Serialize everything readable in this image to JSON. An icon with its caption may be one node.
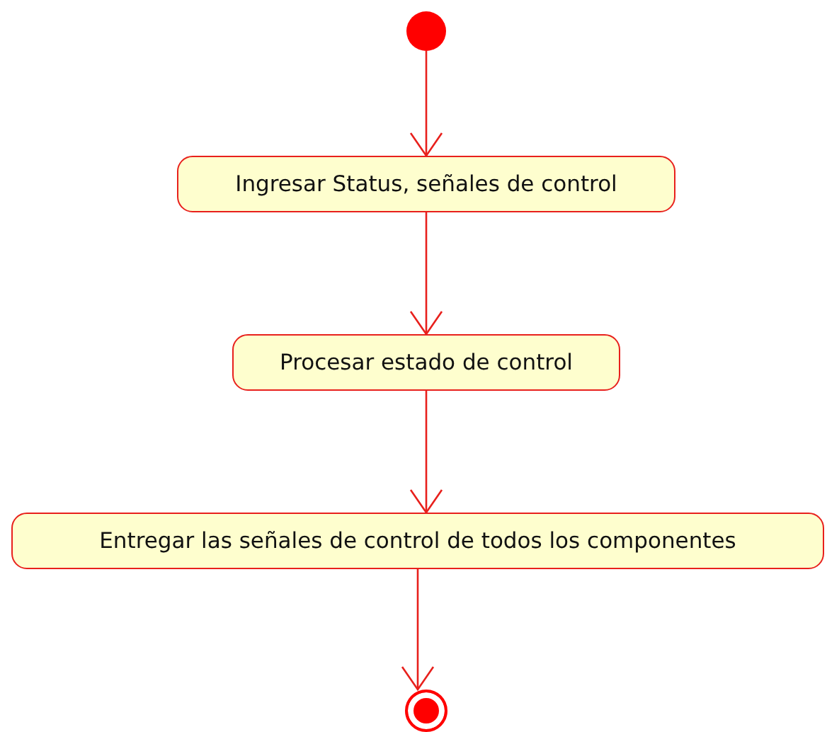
{
  "diagram": {
    "nodes": [
      {
        "text": [],
        "shape": "circle"
      },
      {
        "text": [
          "Ingresar Status, señales de control"
        ]
      },
      {
        "text": [
          "Procesar estado de control"
        ]
      },
      {
        "text": [
          "Entregar las señales de control de todos los componentes"
        ]
      },
      {
        "text": [],
        "shape": "bullseye"
      }
    ],
    "edges": [
      {
        "from": 0,
        "to": 1,
        "arrow": "to"
      },
      {
        "from": 1,
        "to": 2,
        "arrow": "to"
      },
      {
        "from": 2,
        "to": 3,
        "arrow": "to"
      },
      {
        "from": 3,
        "to": 4,
        "arrow": "to"
      }
    ]
  }
}
